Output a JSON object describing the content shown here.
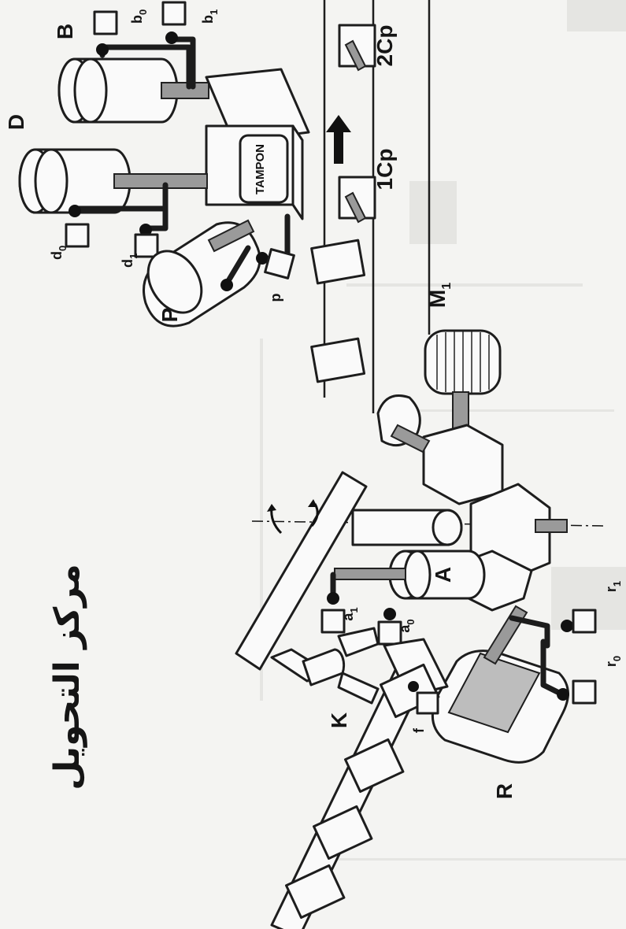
{
  "title": "مركز التحويل",
  "labels": {
    "B": "B",
    "b0": "b",
    "b0_sub": "0",
    "b1": "b",
    "b1_sub": "1",
    "D": "D",
    "d0": "d",
    "d0_sub": "0",
    "d1": "d",
    "d1_sub": "1",
    "P": "P",
    "p": "p",
    "tampon": "TAMPON",
    "cp1": "1Cp",
    "cp2": "2Cp",
    "M1": "M",
    "M1_sub": "1",
    "A": "A",
    "a0": "a",
    "a0_sub": "0",
    "a1": "a",
    "a1_sub": "1",
    "K": "K",
    "f": "f",
    "R": "R",
    "r0": "r",
    "r0_sub": "0",
    "r1": "r",
    "r1_sub": "1"
  }
}
